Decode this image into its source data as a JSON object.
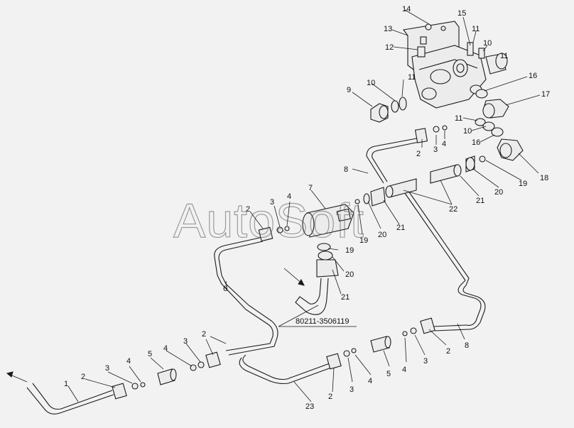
{
  "watermark": "AutoSoft",
  "assembly_code": "80211-3506119",
  "callouts": [
    "1",
    "2",
    "3",
    "4",
    "5",
    "6",
    "7",
    "8",
    "9",
    "10",
    "11",
    "12",
    "13",
    "14",
    "15",
    "16",
    "17",
    "18",
    "19",
    "20",
    "21",
    "22",
    "23"
  ]
}
